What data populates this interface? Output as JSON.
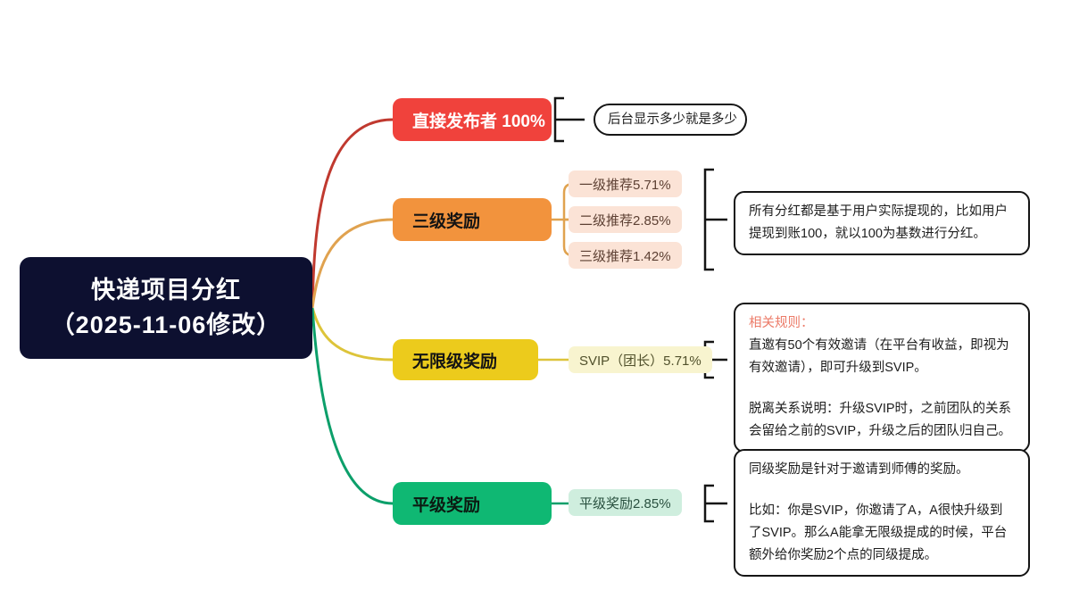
{
  "root": {
    "line1": "快递项目分红",
    "line2": "（2025-11-06修改）",
    "color": "#0d1030"
  },
  "branches": [
    {
      "id": "direct",
      "label": "直接发布者 100%",
      "color": "#f0423c",
      "link_color": "#c0392f",
      "children": []
    },
    {
      "id": "three",
      "label": "三级奖励",
      "color": "#f2933d",
      "link_color": "#e0a24f",
      "children": [
        {
          "label": "一级推荐5.71%",
          "color": "#fbe3d6"
        },
        {
          "label": "二级推荐2.85%",
          "color": "#fbe3d6"
        },
        {
          "label": "三级推荐1.42%",
          "color": "#fbe3d6"
        }
      ]
    },
    {
      "id": "unlimited",
      "label": "无限级奖励",
      "color": "#eccb1c",
      "link_color": "#ddc43a",
      "children": [
        {
          "label": "SVIP（团长）5.71%",
          "color": "#f8f4cf"
        }
      ]
    },
    {
      "id": "peer",
      "label": "平级奖励",
      "color": "#0fb873",
      "link_color": "#0c9f6a",
      "children": [
        {
          "label": "平级奖励2.85%",
          "color": "#cfeede"
        }
      ]
    }
  ],
  "notes": {
    "direct": "后台显示多少就是多少",
    "basis": "所有分红都是基于用户实际提现的，比如用户提现到账100，就以100为基数进行分红。",
    "rules": {
      "heading": "相关规则：",
      "para1": "直邀有50个有效邀请（在平台有收益，即视为有效邀请），即可升级到SVIP。",
      "para2": "脱离关系说明：升级SVIP时，之前团队的关系会留给之前的SVIP，升级之后的团队归自己。"
    },
    "peer": {
      "para1": "同级奖励是针对于邀请到师傅的奖励。",
      "para2": "比如：你是SVIP，你邀请了A，A很快升级到了SVIP。那么A能拿无限级提成的时候，平台额外给你奖励2个点的同级提成。"
    }
  }
}
